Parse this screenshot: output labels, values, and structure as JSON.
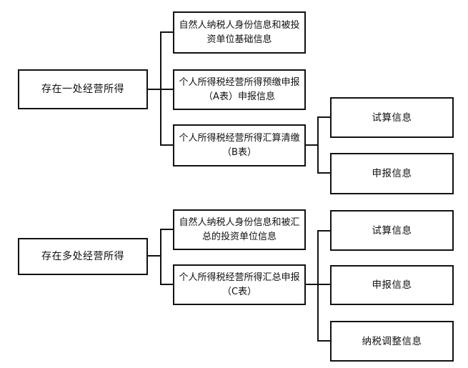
{
  "diagram": {
    "tree1": {
      "root": "存在一处经营所得",
      "child1": "自然人纳税人身份信息和被投资单位基础信息",
      "child2": "个人所得税经营所得预缴申报（A表）申报信息",
      "child3": "个人所得税经营所得汇算清缴（B表）",
      "child3_sub1": "试算信息",
      "child3_sub2": "申报信息"
    },
    "tree2": {
      "root": "存在多处经营所得",
      "child1": "自然人纳税人身份信息和被汇总的投资单位信息",
      "child2": "个人所得税经营所得汇总申报（C表）",
      "child2_sub1": "试算信息",
      "child2_sub2": "申报信息",
      "child2_sub3": "纳税调整信息"
    }
  }
}
